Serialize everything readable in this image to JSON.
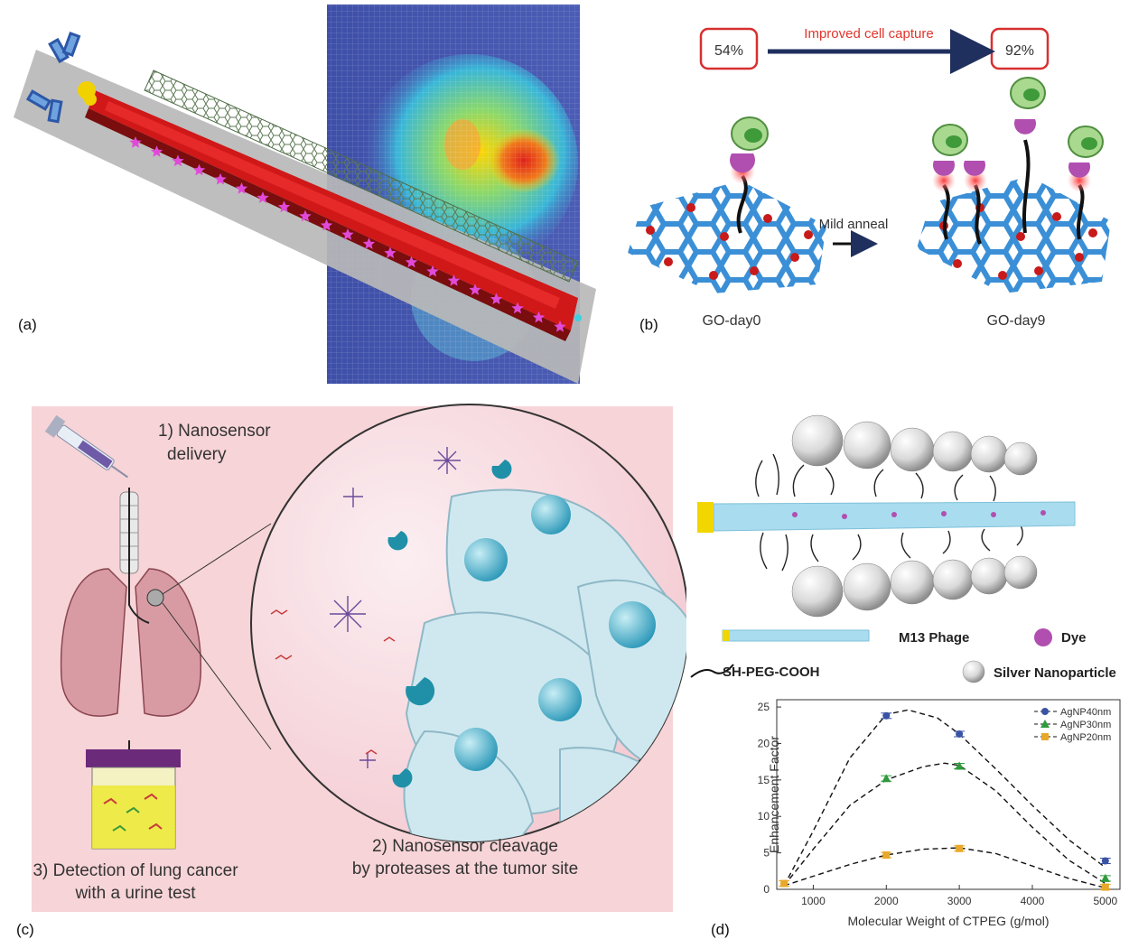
{
  "panel_labels": {
    "a": "(a)",
    "b": "(b)",
    "c": "(c)",
    "d": "(d)"
  },
  "panel_b": {
    "before_value": "54%",
    "after_value": "92%",
    "arrow_label": "Improved cell capture",
    "process_label": "Mild anneal",
    "left_caption": "GO-day0",
    "right_caption": "GO-day9"
  },
  "panel_c": {
    "step1_line1": "1) Nanosensor",
    "step1_line2": "delivery",
    "step2_line1": "2) Nanosensor cleavage",
    "step2_line2": "by proteases at the tumor site",
    "step3_line1": "3) Detection of lung cancer",
    "step3_line2": "with a urine test"
  },
  "panel_d_legend": {
    "phage": "M13 Phage",
    "dye": "Dye",
    "peg": "SH-PEG-COOH",
    "silver": "Silver Nanoparticle"
  },
  "colors": {
    "accent_red": "#e0352b",
    "arrow_navy": "#1f2f5e",
    "bg_pink": "#f7d4d7",
    "series_40": "#3a53a4",
    "series_30": "#2e9a3c",
    "series_20": "#e8a82a"
  },
  "chart_data": {
    "type": "scatter",
    "xlabel": "Molecular Weight of CTPEG (g/mol)",
    "ylabel": "Enhancement Factor",
    "xlim": [
      500,
      5200
    ],
    "ylim": [
      0,
      26
    ],
    "x_ticks": [
      1000,
      2000,
      3000,
      4000,
      5000
    ],
    "y_ticks": [
      0,
      5,
      10,
      15,
      20,
      25
    ],
    "legend_position": "top-right",
    "series": [
      {
        "name": "AgNP40nm",
        "marker": "circle",
        "color": "#3a53a4",
        "points": [
          [
            2000,
            23.8
          ],
          [
            3000,
            21.3
          ],
          [
            5000,
            3.9
          ]
        ],
        "fit": [
          [
            600,
            0.5
          ],
          [
            1000,
            8
          ],
          [
            1500,
            18
          ],
          [
            2000,
            24
          ],
          [
            2300,
            24.6
          ],
          [
            2700,
            23.5
          ],
          [
            3000,
            21.3
          ],
          [
            3500,
            16.5
          ],
          [
            4000,
            11.5
          ],
          [
            4500,
            6.8
          ],
          [
            5000,
            3
          ]
        ]
      },
      {
        "name": "AgNP30nm",
        "marker": "triangle",
        "color": "#2e9a3c",
        "points": [
          [
            2000,
            15.2
          ],
          [
            3000,
            16.9
          ],
          [
            5000,
            1.5
          ]
        ],
        "fit": [
          [
            600,
            0.5
          ],
          [
            1000,
            5.5
          ],
          [
            1500,
            11.5
          ],
          [
            2000,
            15
          ],
          [
            2500,
            16.8
          ],
          [
            2800,
            17.3
          ],
          [
            3000,
            17
          ],
          [
            3500,
            13.5
          ],
          [
            4000,
            8.5
          ],
          [
            4500,
            4
          ],
          [
            5000,
            0.8
          ]
        ]
      },
      {
        "name": "AgNP20nm",
        "marker": "square",
        "color": "#e8a82a",
        "points": [
          [
            600,
            0.8
          ],
          [
            2000,
            4.7
          ],
          [
            3000,
            5.6
          ],
          [
            5000,
            0.3
          ]
        ],
        "fit": [
          [
            600,
            0.5
          ],
          [
            1000,
            1.8
          ],
          [
            1500,
            3.4
          ],
          [
            2000,
            4.7
          ],
          [
            2500,
            5.5
          ],
          [
            3000,
            5.7
          ],
          [
            3500,
            4.9
          ],
          [
            4000,
            3.2
          ],
          [
            4500,
            1.5
          ],
          [
            5000,
            0.2
          ]
        ]
      }
    ]
  }
}
